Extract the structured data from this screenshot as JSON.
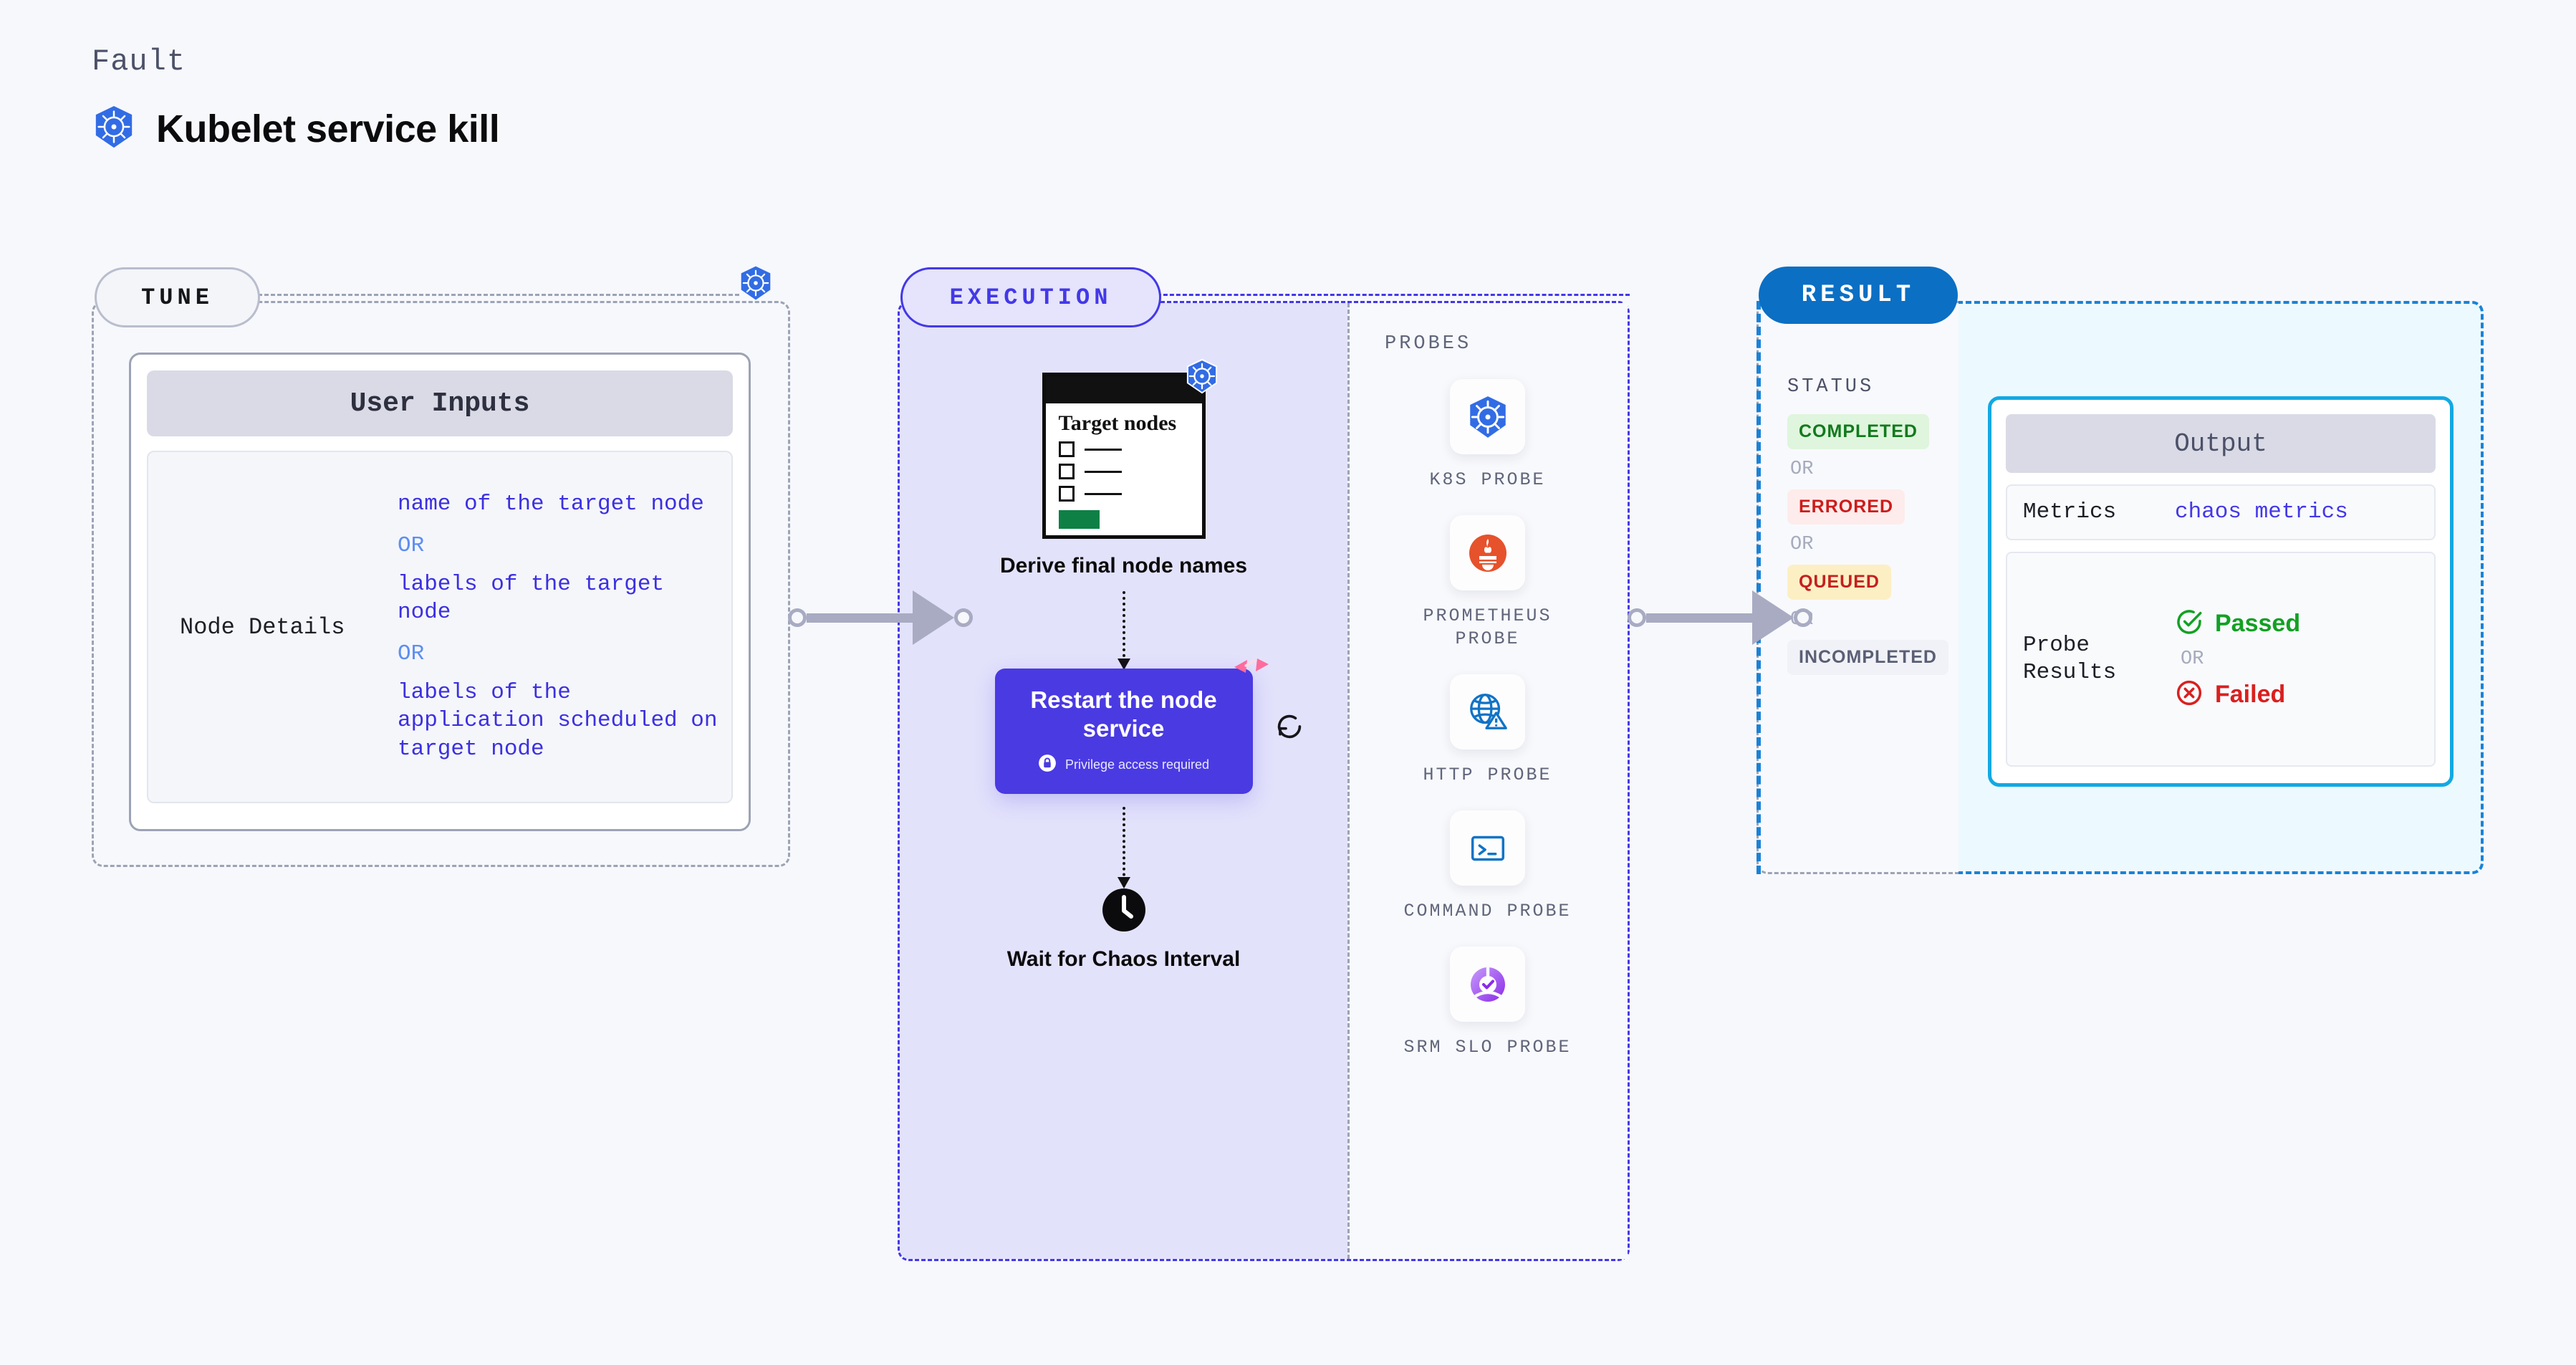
{
  "header": {
    "fault_label": "Fault",
    "title": "Kubelet service kill",
    "icon": "kubernetes-icon"
  },
  "tune": {
    "pill_label": "TUNE",
    "badge_icon": "kubernetes-icon",
    "card": {
      "header": "User Inputs",
      "rows": [
        {
          "key": "Node Details",
          "values": [
            "name of the target node",
            "labels of the target node",
            "labels of the application scheduled on target node"
          ],
          "separator": "OR"
        }
      ]
    }
  },
  "execution": {
    "pill_label": "EXECUTION",
    "steps": [
      {
        "type": "card",
        "card_title": "Target nodes",
        "badge_icon": "kubernetes-icon",
        "caption": "Derive final node names"
      },
      {
        "type": "action",
        "label": "Restart the node service",
        "privilege_note": "Privilege access required",
        "privilege_icon": "lock-icon",
        "corner_icon": "harness-icon",
        "retry_icon": "retry-icon"
      },
      {
        "type": "wait",
        "icon": "clock-icon",
        "caption": "Wait for Chaos Interval"
      }
    ],
    "probes": {
      "label": "PROBES",
      "items": [
        {
          "name": "K8S PROBE",
          "icon": "kubernetes-icon"
        },
        {
          "name": "PROMETHEUS PROBE",
          "icon": "prometheus-icon"
        },
        {
          "name": "HTTP PROBE",
          "icon": "globe-warning-icon"
        },
        {
          "name": "COMMAND PROBE",
          "icon": "terminal-icon"
        },
        {
          "name": "SRM SLO PROBE",
          "icon": "srm-slo-icon"
        }
      ]
    }
  },
  "result": {
    "pill_label": "RESULT",
    "status_label": "STATUS",
    "or_separator": "OR",
    "statuses": [
      {
        "label": "COMPLETED",
        "bg": "#dff5dd",
        "fg": "#117a1d"
      },
      {
        "label": "ERRORED",
        "bg": "#fdeceb",
        "fg": "#cc1c1b"
      },
      {
        "label": "QUEUED",
        "bg": "#fdefc4",
        "fg": "#c4201f"
      },
      {
        "label": "INCOMPLETED",
        "bg": "#f1f2f7",
        "fg": "#5a5f75"
      }
    ],
    "output": {
      "header": "Output",
      "metrics_key": "Metrics",
      "metrics_value": "chaos metrics",
      "probe_results_key": "Probe Results",
      "passed_label": "Passed",
      "failed_label": "Failed",
      "or_separator": "OR",
      "passed_icon": "check-circle-icon",
      "failed_icon": "x-circle-icon"
    }
  },
  "colors": {
    "execution_accent": "#4338e8",
    "result_accent": "#1a82d6",
    "output_border": "#12a9e3",
    "tune_border": "#9ca3b5",
    "action_box": "#4a3ae2",
    "harness_pink": "#ff6b9d"
  }
}
